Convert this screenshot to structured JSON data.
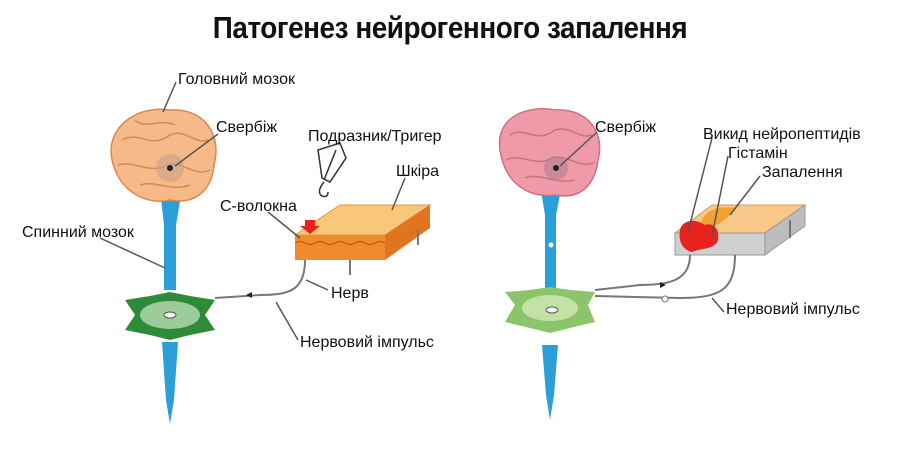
{
  "title": "Патогенез нейрогенного запалення",
  "left_panel": {
    "brain_label": "Головний мозок",
    "itch_label": "Свербіж",
    "trigger_label": "Подразник/Тригер",
    "skin_label": "Шкіра",
    "c_fibers_label": "С-волокна",
    "spinal_cord_label": "Спинний мозок",
    "nerve_label": "Нерв",
    "impulse_label": "Нервовий імпульс"
  },
  "right_panel": {
    "itch_label": "Свербіж",
    "neuropeptides_label": "Викид нейропептидів",
    "histamine_label": "Гістамін",
    "inflammation_label": "Запалення",
    "impulse_label": "Нервовий імпульс"
  },
  "colors": {
    "brain_left": "#f5b98a",
    "brain_right": "#ee9aa8",
    "spine": "#2a9fd8",
    "cord_left": "#2e8b3a",
    "cord_right": "#8cc46a",
    "skin_top": "#f8c878",
    "skin_front": "#f08a2a",
    "inflammation": "#e8221e"
  }
}
